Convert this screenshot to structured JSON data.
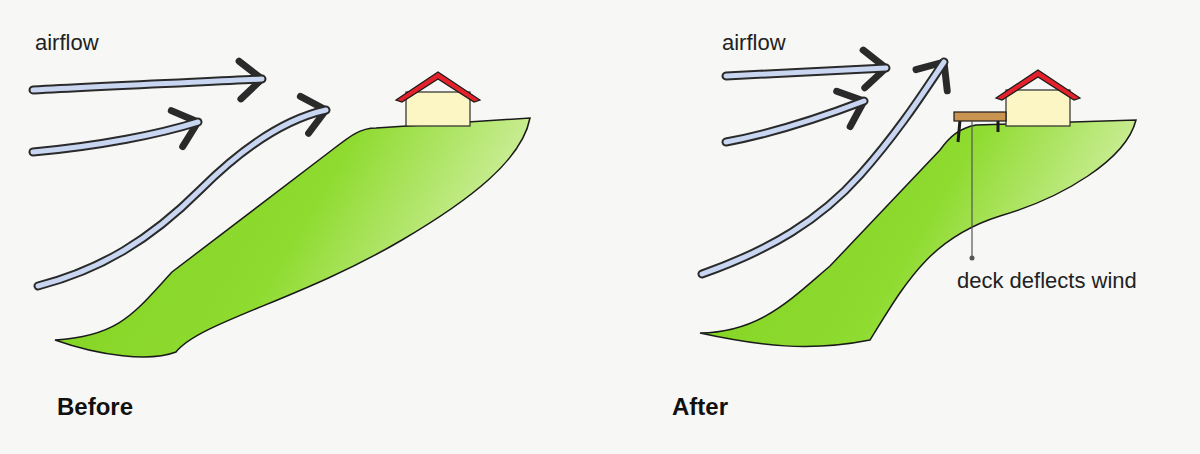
{
  "diagram": {
    "labels": [
      "airflow",
      "Before",
      "airflow",
      "deck deflects wind",
      "After"
    ]
  }
}
